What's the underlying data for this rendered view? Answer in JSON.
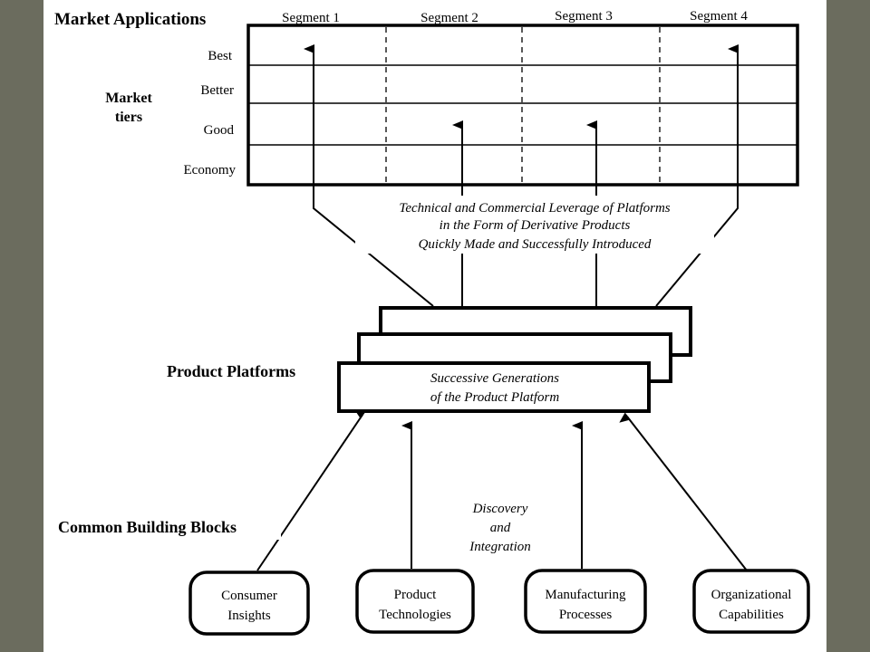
{
  "market": {
    "title": "Market Applications",
    "segments": [
      "Segment 1",
      "Segment 2",
      "Segment 3",
      "Segment 4"
    ],
    "tiers_label_line1": "Market",
    "tiers_label_line2": "tiers",
    "tiers": [
      "Best",
      "Better",
      "Good",
      "Economy"
    ]
  },
  "leverage": {
    "line1": "Technical and Commercial Leverage of Platforms",
    "line2": "in the Form of Derivative Products",
    "line3": "Quickly Made and Successfully Introduced"
  },
  "platforms": {
    "label": "Product Platforms",
    "line1": "Successive Generations",
    "line2": "of the Product Platform"
  },
  "building_blocks": {
    "label": "Common Building Blocks",
    "discovery_line1": "Discovery",
    "discovery_line2": "and",
    "discovery_line3": "Integration",
    "blocks": [
      {
        "line1": "Consumer",
        "line2": "Insights"
      },
      {
        "line1": "Product",
        "line2": "Technologies"
      },
      {
        "line1": "Manufacturing",
        "line2": "Processes"
      },
      {
        "line1": "Organizational",
        "line2": "Capabilities"
      }
    ]
  }
}
